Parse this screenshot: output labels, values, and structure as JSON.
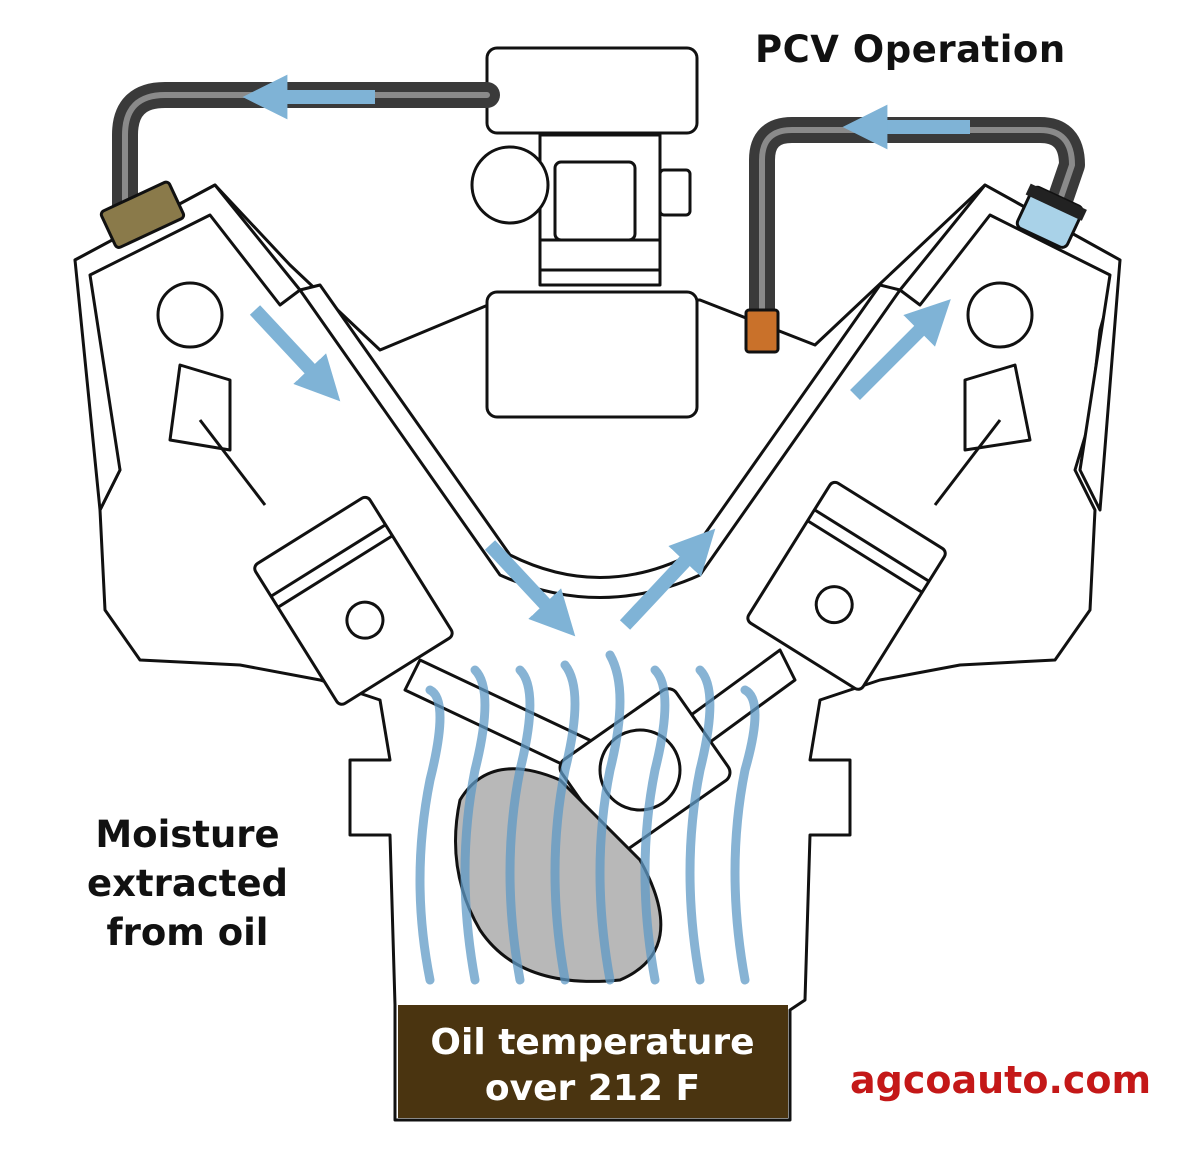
{
  "diagram": {
    "title": "PCV Operation",
    "moisture_label": [
      "Moisture",
      "extracted",
      "from oil"
    ],
    "oil_label": [
      "Oil temperature",
      "over 212 F"
    ],
    "watermark": "agcoauto.com"
  },
  "colors": {
    "outline": "#111111",
    "hose": "#3a3a3a",
    "hose_highlight": "#8a8a8a",
    "airflow_arrow": "#7fb3d6",
    "vapor": "#5f9ac6",
    "oil": "#4a3410",
    "oil_text": "#ffffff",
    "fitting": "#c9712a",
    "breather_filter": "#8a7a4a",
    "pcv_valve": "#a9d2e8",
    "crank_counterweight": "#b8b8b8",
    "watermark": "#c41818"
  },
  "icons": [
    "engine-block-icon",
    "air-cleaner-icon",
    "pcv-valve-icon",
    "piston-icon",
    "crankshaft-icon",
    "oil-pan-icon"
  ]
}
